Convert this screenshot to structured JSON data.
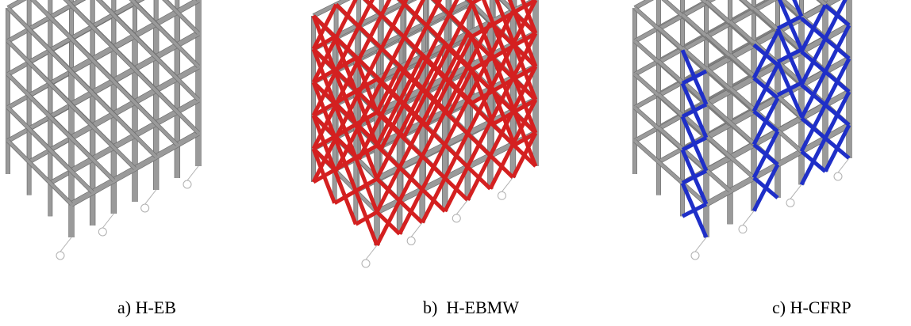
{
  "panels": [
    {
      "caption": "a) H-EB",
      "brace_color": ""
    },
    {
      "caption": "b)  H-EBMW",
      "brace_color": "#d42020"
    },
    {
      "caption": "c) H-CFRP",
      "brace_color": "#1f2fc8"
    }
  ],
  "colors": {
    "frame": "#9a9a9a",
    "frame_edge": "#6f6f6f",
    "support_symbol": "#b0b0b0"
  }
}
